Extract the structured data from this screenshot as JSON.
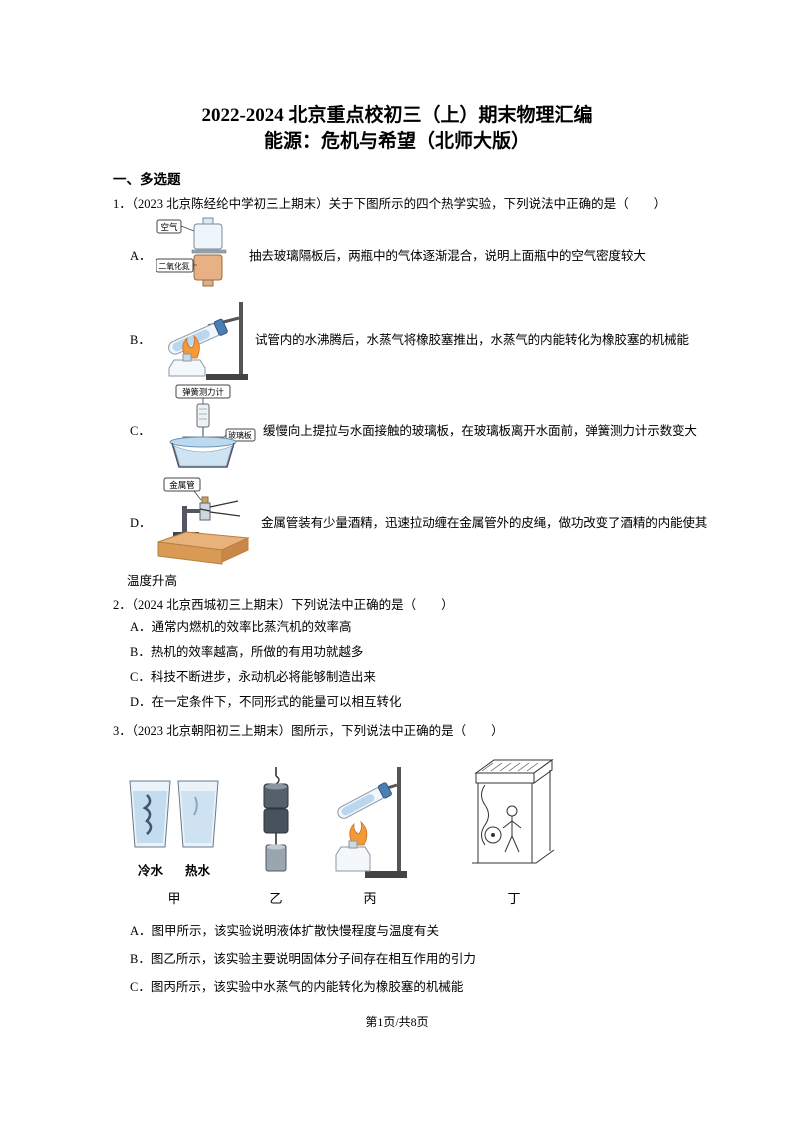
{
  "doc": {
    "title_line1": "2022-2024 北京重点校初三（上）期末物理汇编",
    "title_line2": "能源：危机与希望（北师大版）",
    "section_heading": "一、多选题",
    "footer": "第1页/共8页"
  },
  "q1": {
    "stem": "1．（2023 北京陈经纶中学初三上期末）关于下图所示的四个热学实验，下列说法中正确的是（　　）",
    "figure_labels": {
      "air": "空气",
      "no2": "二氧化氮",
      "spring_scale": "弹簧测力计",
      "glass_plate": "玻璃板",
      "metal_tube": "金属管"
    },
    "options": [
      {
        "label": "A．",
        "text": "抽去玻璃隔板后，两瓶中的气体逐渐混合，说明上面瓶中的空气密度较大"
      },
      {
        "label": "B．",
        "text": "试管内的水沸腾后，水蒸气将橡胶塞推出，水蒸气的内能转化为橡胶塞的机械能"
      },
      {
        "label": "C．",
        "text": "缓慢向上提拉与水面接触的玻璃板，在玻璃板离开水面前，弹簧测力计示数变大"
      },
      {
        "label": "D．",
        "text": "金属管装有少量酒精，迅速拉动缠在金属管外的皮绳，做功改变了酒精的内能使其"
      }
    ],
    "d_continuation": "温度升高"
  },
  "q2": {
    "stem": "2．（2024 北京西城初三上期末）下列说法中正确的是（　　）",
    "options": [
      "A．通常内燃机的效率比蒸汽机的效率高",
      "B．热机的效率越高，所做的有用功就越多",
      "C．科技不断进步，永动机必将能够制造出来",
      "D．在一定条件下，不同形式的能量可以相互转化"
    ]
  },
  "q3": {
    "stem": "3．（2023 北京朝阳初三上期末）图所示，下列说法中正确的是（　　）",
    "cup_labels": {
      "cold": "冷水",
      "hot": "热水"
    },
    "figure_captions": [
      "甲",
      "乙",
      "丙",
      "丁"
    ],
    "options": [
      "A．图甲所示，该实验说明液体扩散快慢程度与温度有关",
      "B．图乙所示，该实验主要说明固体分子间存在相互作用的引力",
      "C．图丙所示，该实验中水蒸气的内能转化为橡胶塞的机械能"
    ]
  },
  "colors": {
    "flame": "#f29a38",
    "water": "#bcd9ee",
    "no2_gas": "#e7b184",
    "table_wood": "#e8b27a",
    "stopper_blue": "#4b7fb3"
  }
}
